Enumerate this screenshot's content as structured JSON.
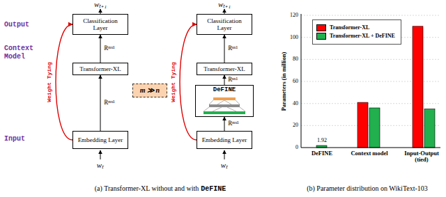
{
  "diagram": {
    "nodes": [
      {
        "text": [
          "Classification Layer"
        ]
      },
      {
        "text": [
          "Transformer-XL"
        ]
      },
      {
        "text": [
          "Embedding Layer"
        ]
      },
      {
        "text": [
          "m ≫ n"
        ]
      },
      {
        "text": [
          "Classification Layer"
        ]
      },
      {
        "text": [
          "Transformer-XL"
        ]
      },
      {
        "text": [
          "DeFINE"
        ]
      },
      {
        "text": [
          "Embedding Layer"
        ]
      }
    ],
    "edges": [
      {
        "from": 2,
        "to": 1,
        "arrow": "to",
        "label": "ℝᵐˣ¹"
      },
      {
        "from": 1,
        "to": 0,
        "arrow": "to",
        "label": "ℝᵐˣ¹"
      },
      {
        "from": 2,
        "to": 0,
        "arrow": "to",
        "label": "Weight Tying"
      },
      {
        "from": 7,
        "to": 6,
        "arrow": "to",
        "label": "ℝᵐˣ¹"
      },
      {
        "from": 6,
        "to": 5,
        "arrow": "to",
        "label": "ℝⁿˣ¹"
      },
      {
        "from": 5,
        "to": 4,
        "arrow": "to",
        "label": "ℝⁿˣ¹"
      },
      {
        "from": 7,
        "to": 4,
        "arrow": "to",
        "label": "Weight Tying"
      }
    ],
    "labels": [
      "Output",
      "Context Model",
      "Input",
      "wₜ₊₁",
      "wₜ",
      "wₜ₊₁",
      "wₜ",
      "(a) Transformer-XL without and with",
      "DeFINE",
      "(b) Parameter distribution on WikiText-103",
      "Parameters (in million)",
      "0",
      "20",
      "40",
      "60",
      "80",
      "100",
      "120",
      "1.92",
      "DeFINE",
      "Context model",
      "Input-Output (tied)"
    ],
    "legend": [
      {
        "text": "Transformer-XL",
        "color": "#ff0000"
      },
      {
        "text": "Transformer-XL + DeFINE",
        "color": "#22b04f"
      }
    ]
  }
}
